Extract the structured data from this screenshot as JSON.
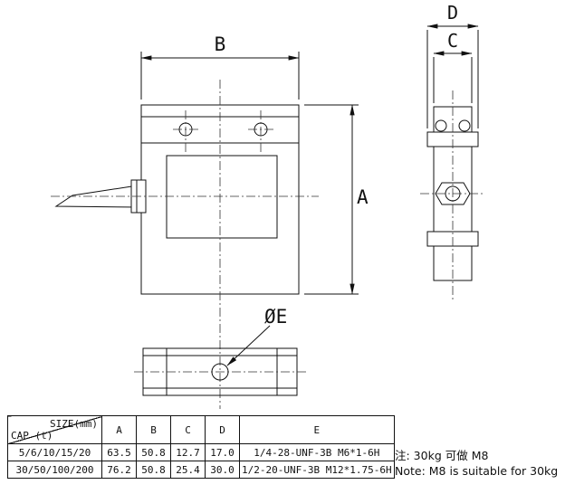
{
  "drawing": {
    "labels": {
      "dim_a": "A",
      "dim_b": "B",
      "dim_c": "C",
      "dim_d": "D",
      "dim_e": "ØE"
    }
  },
  "table": {
    "header": {
      "size": "SIZE(mm)",
      "cap": "CAP (t)",
      "a": "A",
      "b": "B",
      "c": "C",
      "d": "D",
      "e": "E"
    },
    "rows": [
      {
        "cap": "5/6/10/15/20",
        "a": "63.5",
        "b": "50.8",
        "c": "12.7",
        "d": "17.0",
        "e": "1/4-28-UNF-3B M6*1-6H"
      },
      {
        "cap": "30/50/100/200",
        "a": "76.2",
        "b": "50.8",
        "c": "25.4",
        "d": "30.0",
        "e": "1/2-20-UNF-3B M12*1.75-6H"
      }
    ]
  },
  "note": {
    "line1": "注: 30kg 可做 M8",
    "line2": "Note: M8 is suitable for 30kg"
  }
}
